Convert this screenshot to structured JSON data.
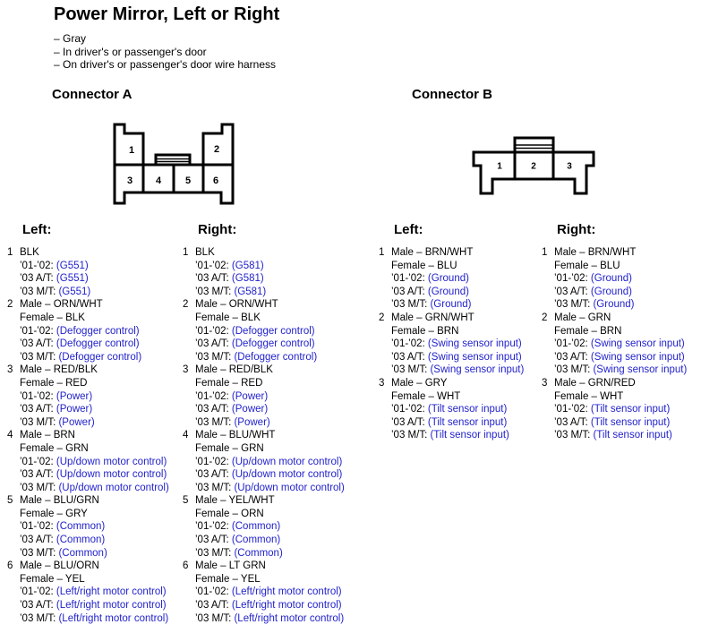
{
  "title": "Power Mirror, Left or Right",
  "bullets": [
    "– Gray",
    "– In driver's or passenger's door",
    "– On driver's or passenger's door wire harness"
  ],
  "colors": {
    "function_text_blue": "#2222cc",
    "body_text": "#000000",
    "background": "#ffffff"
  },
  "year_labels": [
    "’01-’02:",
    "’03 A/T:",
    "’03 M/T:"
  ],
  "connectors": [
    {
      "heading": "Connector A",
      "pins": [
        "1",
        "2",
        "3",
        "4",
        "5",
        "6"
      ],
      "columns": [
        {
          "heading": "Left:",
          "items": [
            {
              "pin": "1",
              "wires": [
                "BLK"
              ],
              "functions": [
                "(G551)",
                "(G551)",
                "(G551)"
              ]
            },
            {
              "pin": "2",
              "wires": [
                "Male – ORN/WHT",
                "Female – BLK"
              ],
              "functions": [
                "(Defogger control)",
                "(Defogger control)",
                "(Defogger control)"
              ]
            },
            {
              "pin": "3",
              "wires": [
                "Male – RED/BLK",
                "Female – RED"
              ],
              "functions": [
                "(Power)",
                "(Power)",
                "(Power)"
              ]
            },
            {
              "pin": "4",
              "wires": [
                "Male – BRN",
                "Female – GRN"
              ],
              "functions": [
                "(Up/down motor control)",
                "(Up/down motor control)",
                "(Up/down motor control)"
              ]
            },
            {
              "pin": "5",
              "wires": [
                "Male – BLU/GRN",
                "Female – GRY"
              ],
              "functions": [
                "(Common)",
                "(Common)",
                "(Common)"
              ]
            },
            {
              "pin": "6",
              "wires": [
                "Male – BLU/ORN",
                "Female – YEL"
              ],
              "functions": [
                "(Left/right motor control)",
                "(Left/right motor control)",
                "(Left/right motor control)"
              ]
            }
          ]
        },
        {
          "heading": "Right:",
          "items": [
            {
              "pin": "1",
              "wires": [
                "BLK"
              ],
              "functions": [
                "(G581)",
                "(G581)",
                "(G581)"
              ]
            },
            {
              "pin": "2",
              "wires": [
                "Male – ORN/WHT",
                "Female – BLK"
              ],
              "functions": [
                "(Defogger control)",
                "(Defogger control)",
                "(Defogger control)"
              ]
            },
            {
              "pin": "3",
              "wires": [
                "Male – RED/BLK",
                "Female – RED"
              ],
              "functions": [
                "(Power)",
                "(Power)",
                "(Power)"
              ]
            },
            {
              "pin": "4",
              "wires": [
                "Male – BLU/WHT",
                "Female – GRN"
              ],
              "functions": [
                "(Up/down motor control)",
                "(Up/down motor control)",
                "(Up/down motor control)"
              ]
            },
            {
              "pin": "5",
              "wires": [
                "Male – YEL/WHT",
                "Female – ORN"
              ],
              "functions": [
                "(Common)",
                "(Common)",
                "(Common)"
              ]
            },
            {
              "pin": "6",
              "wires": [
                "Male – LT GRN",
                "Female – YEL"
              ],
              "functions": [
                "(Left/right motor control)",
                "(Left/right motor control)",
                "(Left/right motor control)"
              ]
            }
          ]
        }
      ]
    },
    {
      "heading": "Connector B",
      "pins": [
        "1",
        "2",
        "3"
      ],
      "columns": [
        {
          "heading": "Left:",
          "items": [
            {
              "pin": "1",
              "wires": [
                "Male – BRN/WHT",
                "Female – BLU"
              ],
              "functions": [
                "(Ground)",
                "(Ground)",
                "(Ground)"
              ]
            },
            {
              "pin": "2",
              "wires": [
                "Male – GRN/WHT",
                "Female – BRN"
              ],
              "functions": [
                "(Swing sensor input)",
                "(Swing sensor input)",
                "(Swing sensor input)"
              ]
            },
            {
              "pin": "3",
              "wires": [
                "Male – GRY",
                "Female – WHT"
              ],
              "functions": [
                "(Tilt sensor input)",
                "(Tilt sensor input)",
                "(Tilt sensor input)"
              ]
            }
          ]
        },
        {
          "heading": "Right:",
          "items": [
            {
              "pin": "1",
              "wires": [
                "Male – BRN/WHT",
                "Female – BLU"
              ],
              "functions": [
                "(Ground)",
                "(Ground)",
                "(Ground)"
              ]
            },
            {
              "pin": "2",
              "wires": [
                "Male – GRN",
                "Female – BRN"
              ],
              "functions": [
                "(Swing sensor input)",
                "(Swing sensor input)",
                "(Swing sensor input)"
              ]
            },
            {
              "pin": "3",
              "wires": [
                "Male – GRN/RED",
                "Female – WHT"
              ],
              "functions": [
                "(Tilt sensor input)",
                "(Tilt sensor input)",
                "(Tilt sensor input)"
              ]
            }
          ]
        }
      ]
    }
  ]
}
